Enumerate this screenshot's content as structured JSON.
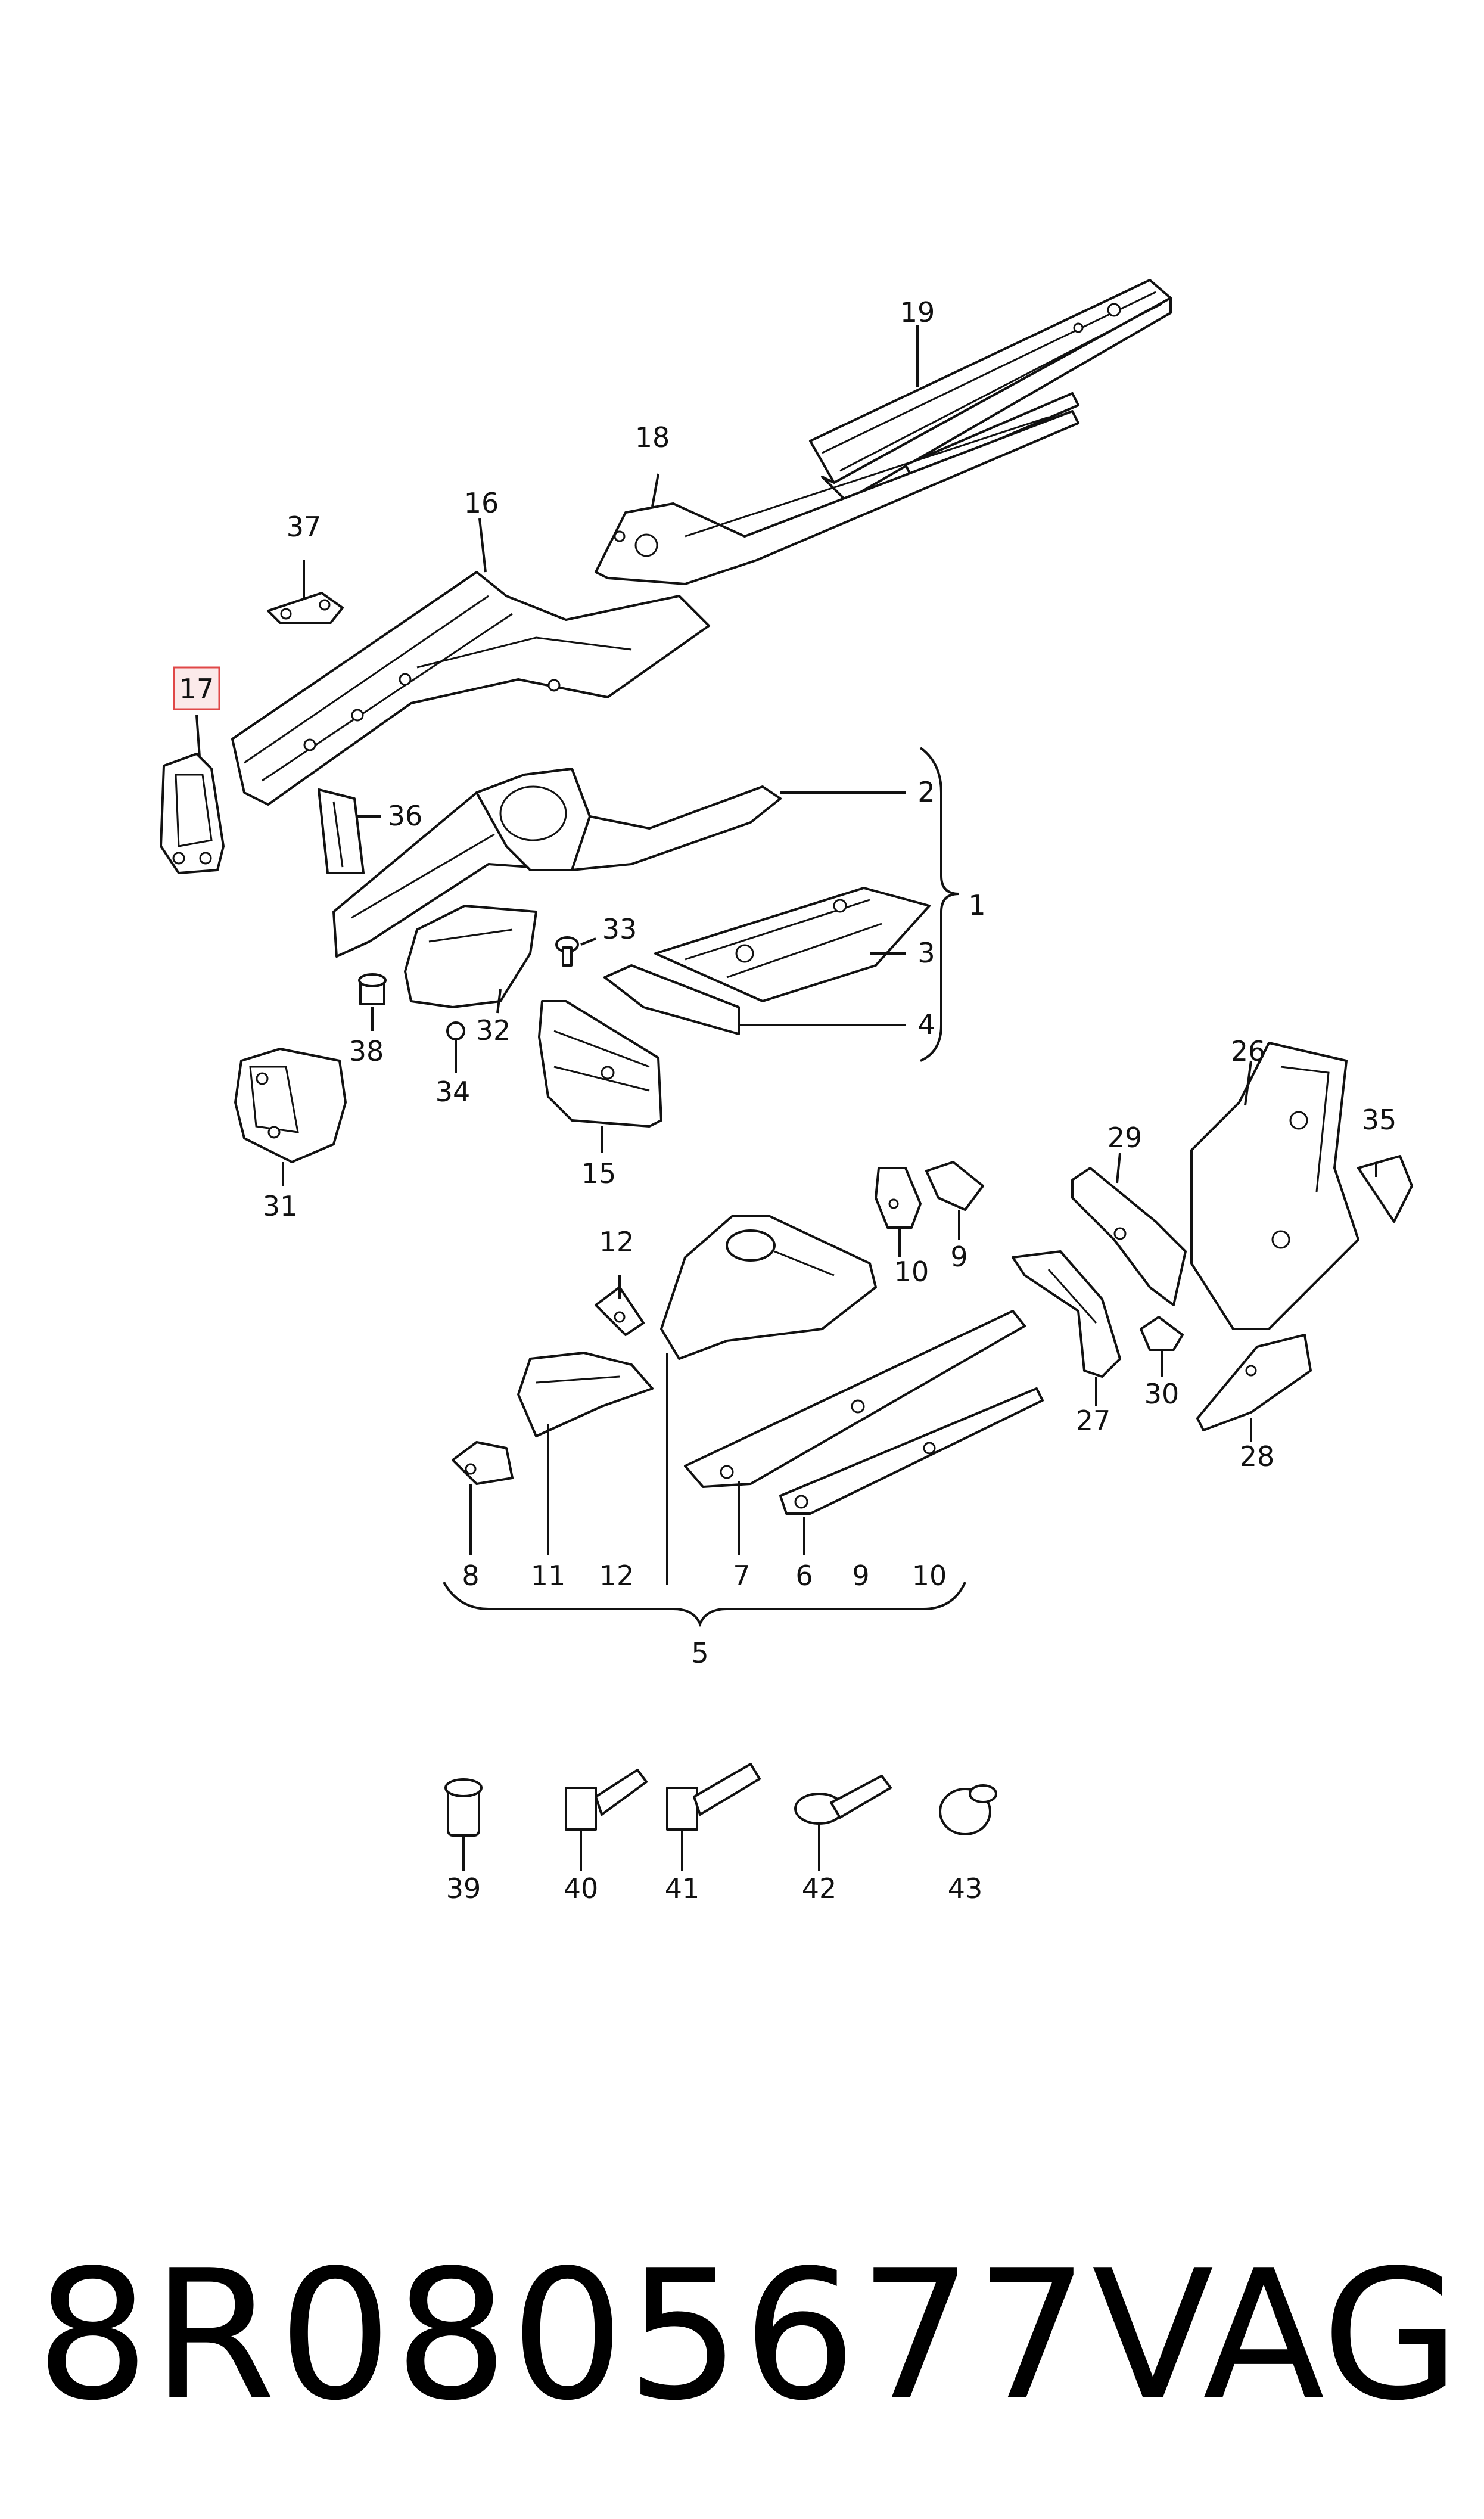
{
  "footer": {
    "part_number": "8R0805677",
    "brand": "VAG"
  },
  "highlight": {
    "callout": "17",
    "color": "#e04848",
    "fill": "#fbeaea"
  },
  "callouts": [
    "1",
    "2",
    "3",
    "4",
    "5",
    "6",
    "7",
    "8",
    "9",
    "10",
    "11",
    "12",
    "15",
    "16",
    "17",
    "18",
    "19",
    "26",
    "27",
    "28",
    "29",
    "30",
    "31",
    "32",
    "33",
    "34",
    "35",
    "36",
    "37",
    "38",
    "39",
    "40",
    "41",
    "42",
    "43"
  ],
  "group_5_labels": [
    "8",
    "11",
    "12",
    "7",
    "6",
    "9",
    "10"
  ]
}
